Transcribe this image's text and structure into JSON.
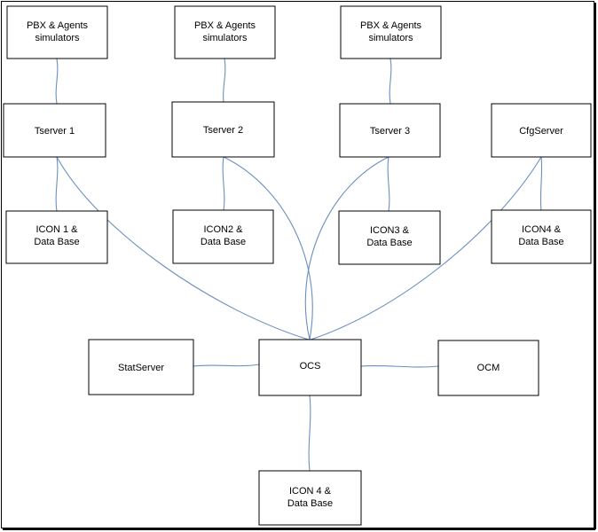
{
  "diagram": {
    "colors": {
      "line": "#6a8fbf",
      "border": "#000000",
      "background": "#ffffff"
    },
    "nodes": {
      "pbx1": {
        "lines": [
          "PBX  &  Agents",
          "simulators"
        ]
      },
      "pbx2": {
        "lines": [
          "PBX  &  Agents",
          "simulators"
        ]
      },
      "pbx3": {
        "lines": [
          "PBX  &  Agents",
          "simulators"
        ]
      },
      "tserver1": {
        "lines": [
          "Tserver  1"
        ]
      },
      "tserver2": {
        "lines": [
          "Tserver  2"
        ]
      },
      "tserver3": {
        "lines": [
          "Tserver  3"
        ]
      },
      "cfgserver": {
        "lines": [
          "CfgServer"
        ]
      },
      "icon1": {
        "lines": [
          "ICON 1 &",
          "Data Base"
        ]
      },
      "icon2": {
        "lines": [
          "ICON2 &",
          "Data Base"
        ]
      },
      "icon3": {
        "lines": [
          "ICON3 &",
          "Data Base"
        ]
      },
      "icon4_top": {
        "lines": [
          "ICON4 &",
          "Data Base"
        ]
      },
      "statserver": {
        "lines": [
          "StatServer"
        ]
      },
      "ocs": {
        "lines": [
          "OCS"
        ]
      },
      "ocm": {
        "lines": [
          "OCM"
        ]
      },
      "icon4_bottom": {
        "lines": [
          "ICON 4 &",
          "Data Base"
        ]
      }
    }
  }
}
